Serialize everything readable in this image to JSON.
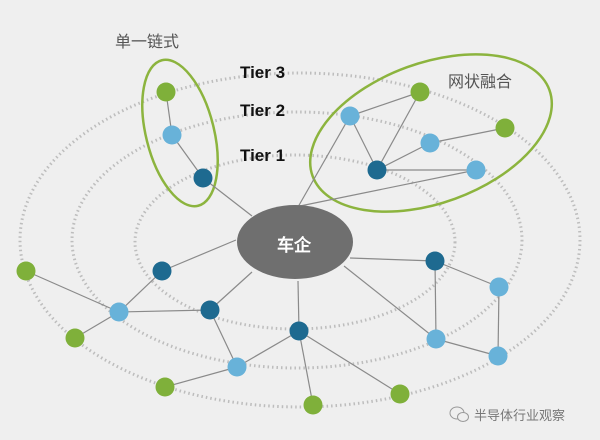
{
  "labels": {
    "single_chain": "单一链式",
    "mesh_fusion": "网状融合",
    "tier3": "Tier 3",
    "tier2": "Tier 2",
    "tier1": "Tier 1",
    "center": "车企"
  },
  "watermark": {
    "icon": "wechat-icon",
    "text": "半导体行业观察"
  },
  "colors": {
    "background": "#efefef",
    "tier3_node": "#7fb03a",
    "tier2_node": "#68b2d9",
    "tier1_node": "#1e6a90",
    "center": "#6f6f6f",
    "ring": "#bdbdbd",
    "group_outline": "#8cb43e",
    "edge": "#8a8a8a"
  }
}
